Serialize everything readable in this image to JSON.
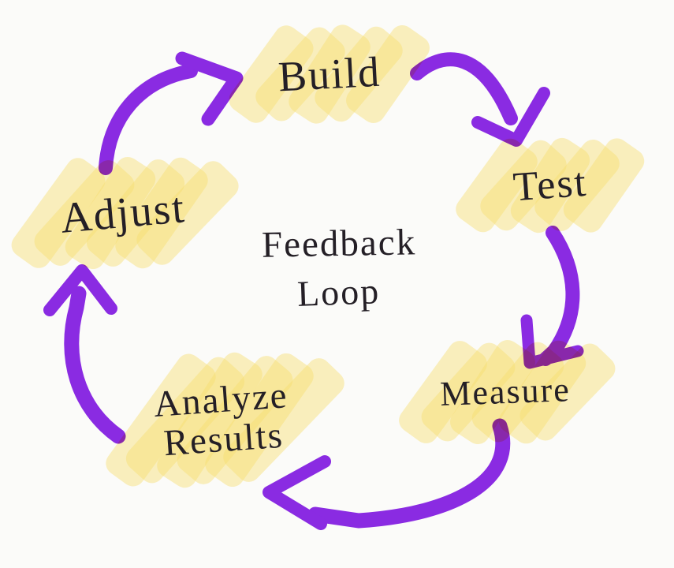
{
  "diagram": {
    "center_title": {
      "line1": "Feedback",
      "line2": "Loop"
    },
    "stages": [
      {
        "id": "build",
        "lines": [
          "Build"
        ]
      },
      {
        "id": "test",
        "lines": [
          "Test"
        ]
      },
      {
        "id": "measure",
        "lines": [
          "Measure"
        ]
      },
      {
        "id": "analyze",
        "lines": [
          "Analyze",
          "Results"
        ]
      },
      {
        "id": "adjust",
        "lines": [
          "Adjust"
        ]
      }
    ],
    "arrows": [
      {
        "from": "Build",
        "to": "Test"
      },
      {
        "from": "Test",
        "to": "Measure"
      },
      {
        "from": "Measure",
        "to": "Analyze Results"
      },
      {
        "from": "Analyze Results",
        "to": "Adjust"
      },
      {
        "from": "Adjust",
        "to": "Build"
      }
    ],
    "colors": {
      "arrow_purple": "#8c2be8",
      "highlight_yellow": "#f6de72",
      "ink_black": "#241f26",
      "background": "#fbfbf9"
    }
  }
}
